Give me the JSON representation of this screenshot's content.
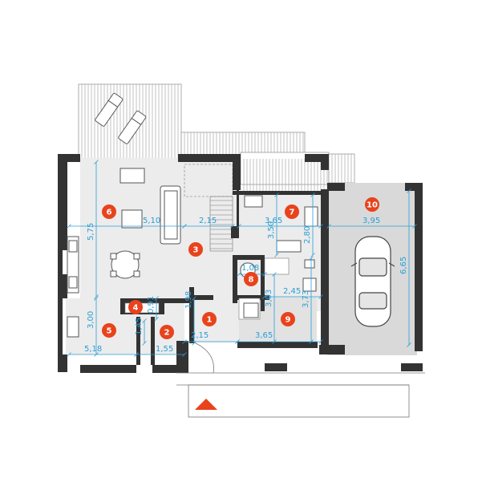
{
  "rooms": [
    {
      "id": "room-1",
      "number": "1"
    },
    {
      "id": "room-2",
      "number": "2"
    },
    {
      "id": "room-3",
      "number": "3"
    },
    {
      "id": "room-4",
      "number": "4"
    },
    {
      "id": "room-5",
      "number": "5"
    },
    {
      "id": "room-6",
      "number": "6"
    },
    {
      "id": "room-7",
      "number": "7"
    },
    {
      "id": "room-8",
      "number": "8"
    },
    {
      "id": "room-9",
      "number": "9"
    },
    {
      "id": "room-10",
      "number": "10"
    }
  ],
  "dimensions": {
    "d_510": "5,10",
    "d_215_top": "2,15",
    "d_365_top": "3,65",
    "d_395": "3,95",
    "d_575": "5,75",
    "d_350": "3,50",
    "d_280": "2,80",
    "d_665": "6,65",
    "d_108": "1,08",
    "d_245": "2,45",
    "d_303": "3,03",
    "d_373": "3,73",
    "d_198": "1,98",
    "d_091": "0,91",
    "d_300": "3,00",
    "d_145": "1,45",
    "d_518": "5,18",
    "d_155": "1,55",
    "d_215_bot": "2,15",
    "d_365_bot": "3,65"
  },
  "colors": {
    "wall": "#333333",
    "dimension": "#2a9fd6",
    "badge": "#e8431c",
    "living_floor": "#ececec",
    "garage_floor": "#d9d9d9",
    "entrance_arrow": "#e8431c"
  }
}
